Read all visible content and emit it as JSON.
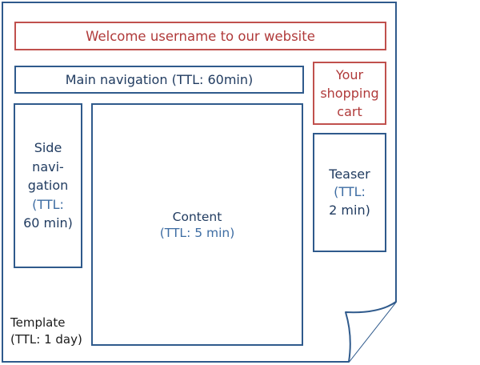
{
  "welcome": {
    "text": "Welcome username to our website"
  },
  "main_navigation": {
    "text": "Main navigation (TTL: 60min)"
  },
  "shopping_cart": {
    "lines": [
      "Your",
      "shopping",
      "cart"
    ]
  },
  "side_navigation": {
    "name_lines": [
      "Side",
      "navi-",
      "gation"
    ],
    "ttl_lines": [
      "(TTL:",
      "60 min)"
    ]
  },
  "content": {
    "name": "Content",
    "ttl": "(TTL: 5 min)"
  },
  "teaser": {
    "name": "Teaser",
    "ttl_lines": [
      "(TTL:",
      "2 min)"
    ]
  },
  "template": {
    "lines": [
      "Template",
      "(TTL: 1 day)"
    ]
  },
  "colors": {
    "page_border": "#2f5a8c",
    "box_border_blue": "#2f5a8c",
    "box_border_red": "#c0504d",
    "text_dark_blue": "#1f3a5f",
    "text_light_blue": "#3e6da3",
    "text_red": "#b03a3a"
  }
}
